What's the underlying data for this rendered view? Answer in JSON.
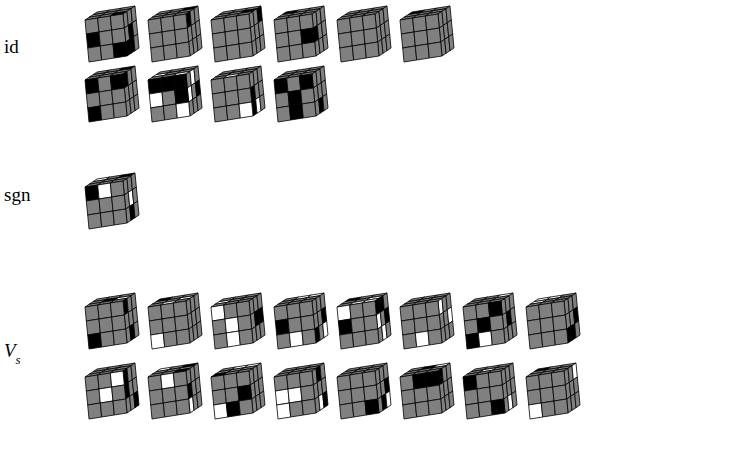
{
  "diagram": {
    "labels": [
      "id",
      "sgn",
      "V",
      "s"
    ]
  }
}
